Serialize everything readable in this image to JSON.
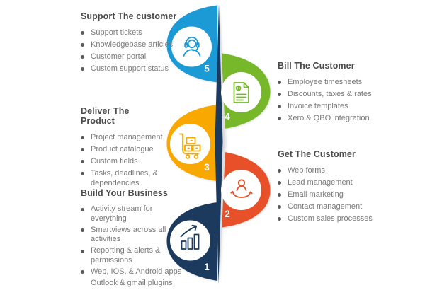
{
  "steps": [
    {
      "number": "1",
      "title": "Build Your Business",
      "color": "#1c3a5e",
      "icon": "bar-chart-growth-icon",
      "bullets": [
        {
          "text": "Activity stream for everything",
          "bullet": true
        },
        {
          "text": "Smartviews across all activities",
          "bullet": true
        },
        {
          "text": "Reporting & alerts & permissions",
          "bullet": true
        },
        {
          "text": "Web, IOS, & Android apps",
          "bullet": true
        },
        {
          "text": "Outlook & gmail plugins",
          "bullet": false
        }
      ]
    },
    {
      "number": "2",
      "title": "Get The Customer",
      "color": "#e8502a",
      "icon": "hand-holding-customer-icon",
      "bullets": [
        {
          "text": "Web forms",
          "bullet": true
        },
        {
          "text": "Lead management",
          "bullet": true
        },
        {
          "text": "Email marketing",
          "bullet": true
        },
        {
          "text": "Contact management",
          "bullet": true
        },
        {
          "text": "Custom sales processes",
          "bullet": true
        }
      ]
    },
    {
      "number": "3",
      "title": "Deliver The Product",
      "color": "#f8a800",
      "icon": "delivery-cart-icon",
      "bullets": [
        {
          "text": "Project management",
          "bullet": true
        },
        {
          "text": "Product catalogue",
          "bullet": true
        },
        {
          "text": "Custom fields",
          "bullet": true
        },
        {
          "text": "Tasks, deadlines, & dependencies",
          "bullet": true
        }
      ]
    },
    {
      "number": "4",
      "title": "Bill The Customer",
      "color": "#76b82a",
      "icon": "invoice-document-icon",
      "bullets": [
        {
          "text": "Employee timesheets",
          "bullet": true
        },
        {
          "text": "Discounts, taxes & rates",
          "bullet": true
        },
        {
          "text": "Invoice templates",
          "bullet": true
        },
        {
          "text": "Xero & QBO integration",
          "bullet": true
        }
      ]
    },
    {
      "number": "5",
      "title": "Support The customer",
      "color": "#1b9ad6",
      "icon": "support-headset-icon",
      "bullets": [
        {
          "text": "Support tickets",
          "bullet": true
        },
        {
          "text": "Knowledgebase articles",
          "bullet": true
        },
        {
          "text": "Customer portal",
          "bullet": true
        },
        {
          "text": "Custom support status",
          "bullet": true
        }
      ]
    }
  ],
  "spine_color": "#1c3a5e"
}
